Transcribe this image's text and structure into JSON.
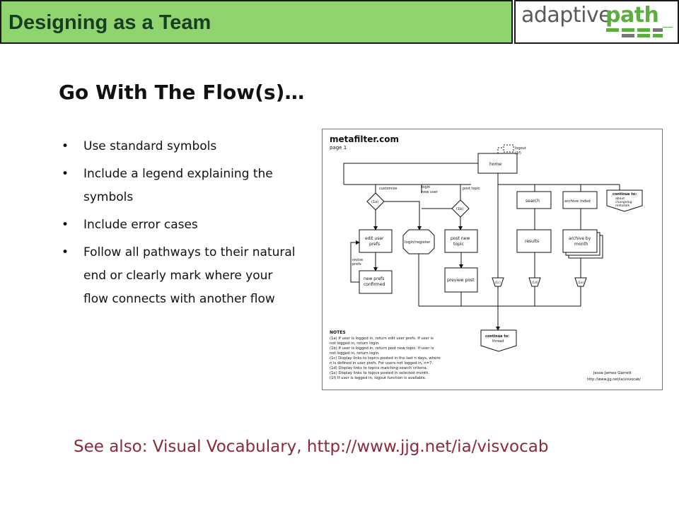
{
  "header": {
    "title": "Designing as a Team",
    "logo_word1": "adaptive",
    "logo_word2": "path",
    "title_bg_color": "#8fd46f",
    "logo_accent_color": "#5cae40"
  },
  "slide": {
    "title": "Go With The Flow(s)…",
    "bullets": [
      "Use standard symbols",
      "Include a legend explaining the symbols",
      "Include error cases",
      "Follow all pathways to their natural end or clearly mark where your flow connects with another flow"
    ],
    "see_also": "See also: Visual Vocabulary, http://www.jjg.net/ia/visvocab",
    "see_also_color": "#8b2a3b"
  },
  "diagram": {
    "title": "metafilter.com",
    "subtitle": "page 1",
    "nodes": {
      "home": "home",
      "logout": "logout",
      "logout_ref": "(1f)",
      "customize": "customize",
      "login_new_user_1": "login",
      "login_new_user_2": "new user",
      "post_topic": "post topic",
      "d1a": "(1a)",
      "d1b": "(1b)",
      "edit_user_prefs_1": "edit user",
      "edit_user_prefs_2": "prefs",
      "login_register": "login/register",
      "post_new_topic_1": "post new",
      "post_new_topic_2": "topic",
      "revise_1": "revise",
      "revise_2": "prefs",
      "new_prefs_1": "new prefs",
      "new_prefs_2": "confirmed",
      "preview_post": "preview post",
      "search": "search",
      "results": "results",
      "archive_index": "archive index",
      "archive_by_month_1": "archive by",
      "archive_by_month_2": "month",
      "continue_to": "continue to:",
      "continue_about": "about",
      "continue_changelog": "changelog",
      "continue_metatalk": "metatalk",
      "continue_thread_label": "continue to:",
      "continue_thread": "thread",
      "t1c": "(1c)",
      "t1d": "(1d)",
      "t1e": "(1e)"
    },
    "notes_heading": "NOTES",
    "notes": [
      "(1a) If user is logged in, return edit user prefs. If user is",
      "not logged in, return login.",
      "(1b) If user is logged in, return post new topic. If user is",
      "not logged in, return login.",
      "(1c) Display links to topics posted in the last n days, where",
      "n is defined in user prefs. For users not logged in, n=7.",
      "(1d) Display links to topics matching search criteria.",
      "(1e) Display links to topics posted in selected month.",
      "(1f) If user is logged in, logout function is available."
    ],
    "author": "Jesse James Garrett",
    "url": "http://www.jjg.net/ia/visvocab/"
  }
}
